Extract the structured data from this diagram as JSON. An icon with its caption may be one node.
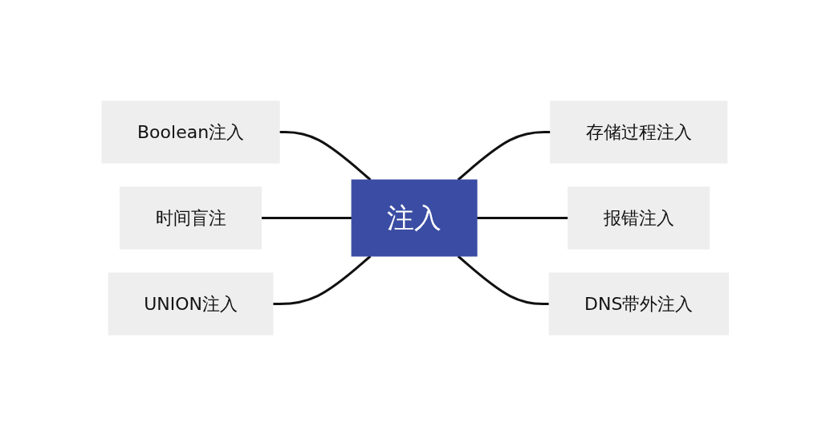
{
  "diagram": {
    "nodes": [
      {
        "text": [
          "注入"
        ]
      },
      {
        "text": [
          "Boolean注入"
        ]
      },
      {
        "text": [
          "时间盲注"
        ]
      },
      {
        "text": [
          "UNION注入"
        ]
      },
      {
        "text": [
          "存储过程注入"
        ]
      },
      {
        "text": [
          "报错注入"
        ]
      },
      {
        "text": [
          "DNS带外注入"
        ]
      }
    ],
    "edges": [
      {
        "from": 0,
        "to": 1,
        "arrow": "none"
      },
      {
        "from": 0,
        "to": 2,
        "arrow": "none"
      },
      {
        "from": 0,
        "to": 3,
        "arrow": "none"
      },
      {
        "from": 0,
        "to": 4,
        "arrow": "none"
      },
      {
        "from": 0,
        "to": 5,
        "arrow": "none"
      },
      {
        "from": 0,
        "to": 6,
        "arrow": "none"
      }
    ]
  }
}
